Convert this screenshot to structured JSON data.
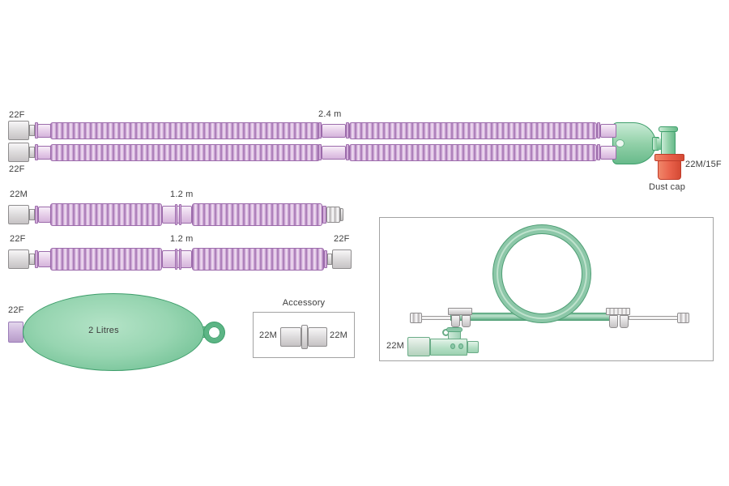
{
  "colors": {
    "background": "#ffffff",
    "text": "#3d3d3d",
    "tube_pink_light": "#f2e2f3",
    "tube_pink_mid": "#d3aeda",
    "tube_outline": "#9c6bab",
    "connector_grey": "#dddbdc",
    "connector_outline": "#8f8d8e",
    "green_light": "#c9ebd6",
    "green_mid": "#93d1a9",
    "green_dark": "#68ba8b",
    "green_outline": "#3e9e6b",
    "dust_cap_red": "#e8604a",
    "dust_cap_outline": "#bf3d2b",
    "box_border": "#a3a3a3",
    "bag_connector_lavender": "#cdb6dc"
  },
  "limb_assembly": {
    "top_connector_label": "22F",
    "bottom_connector_label": "22F",
    "length_label": "2.4 m",
    "elbow_label": "22M/15F",
    "dust_cap_label": "Dust cap"
  },
  "tube_1_2m_male": {
    "connector_label": "22M",
    "length_label": "1.2 m"
  },
  "tube_1_2m_female": {
    "left_connector_label": "22F",
    "length_label": "1.2 m",
    "right_connector_label": "22F"
  },
  "breathing_bag": {
    "connector_label": "22F",
    "capacity_label": "2 Litres"
  },
  "accessory": {
    "title": "Accessory",
    "left_connector_label": "22M",
    "right_connector_label": "22M"
  },
  "sampling_set": {
    "adapter_label": "22M"
  }
}
